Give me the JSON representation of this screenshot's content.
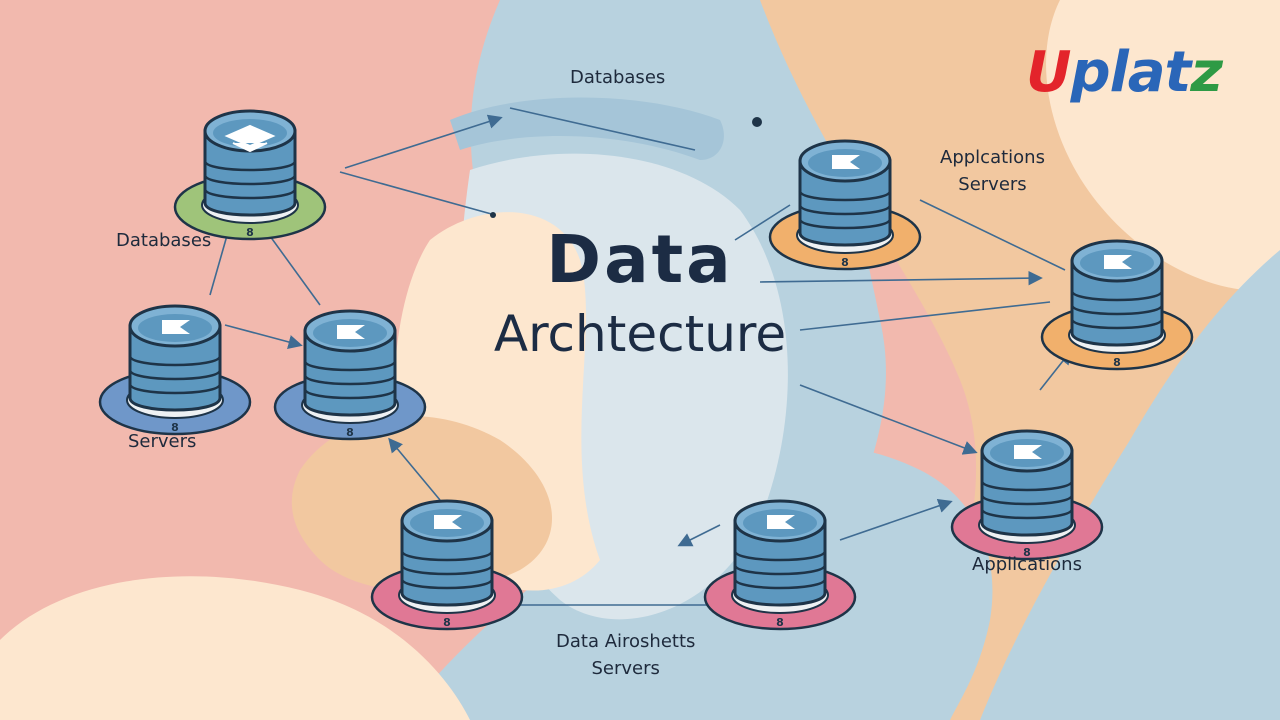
{
  "title": {
    "line1": "Data",
    "line2": "Archtecture"
  },
  "logo": {
    "text": "Uplatz",
    "colors": {
      "u": "#e3242b",
      "main": "#2a66b8",
      "z": "#2e9a45"
    }
  },
  "labels": {
    "top_databases": "Databases",
    "left_databases": "Databases",
    "app_servers_1": "Applcations",
    "app_servers_2": "Servers",
    "left_servers": "Servers",
    "applications": "Applications",
    "bottom_1": "Data Airoshetts",
    "bottom_2": "Servers"
  },
  "node_badge": "8",
  "colors": {
    "cylinder": "#5d98bf",
    "cylinder_dark": "#1e3448",
    "ring_green": "#9fc47a",
    "ring_blue": "#6f97c9",
    "ring_orange": "#f1b06c",
    "ring_pink": "#e07895",
    "line": "#3f6b92"
  }
}
